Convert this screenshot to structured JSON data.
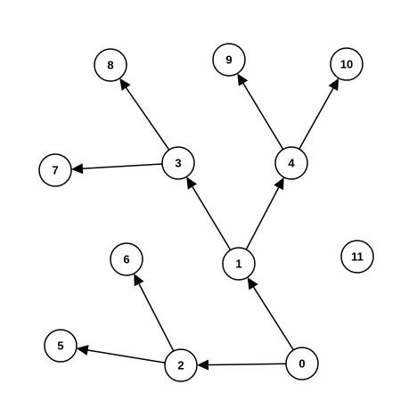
{
  "colors": {
    "background": "#ffffff",
    "stroke": "#000000",
    "node_fill": "#ffffff",
    "label": "#000000"
  },
  "graph": {
    "directed": true,
    "nodes": [
      {
        "id": "0",
        "label": "0"
      },
      {
        "id": "1",
        "label": "1"
      },
      {
        "id": "2",
        "label": "2"
      },
      {
        "id": "3",
        "label": "3"
      },
      {
        "id": "4",
        "label": "4"
      },
      {
        "id": "5",
        "label": "5"
      },
      {
        "id": "6",
        "label": "6"
      },
      {
        "id": "7",
        "label": "7"
      },
      {
        "id": "8",
        "label": "8"
      },
      {
        "id": "9",
        "label": "9"
      },
      {
        "id": "10",
        "label": "10"
      },
      {
        "id": "11",
        "label": "11"
      }
    ],
    "edges": [
      {
        "from": "0",
        "to": "1"
      },
      {
        "from": "0",
        "to": "2"
      },
      {
        "from": "1",
        "to": "3"
      },
      {
        "from": "1",
        "to": "4"
      },
      {
        "from": "2",
        "to": "5"
      },
      {
        "from": "2",
        "to": "6"
      },
      {
        "from": "3",
        "to": "7"
      },
      {
        "from": "3",
        "to": "8"
      },
      {
        "from": "4",
        "to": "9"
      },
      {
        "from": "4",
        "to": "10"
      }
    ]
  }
}
